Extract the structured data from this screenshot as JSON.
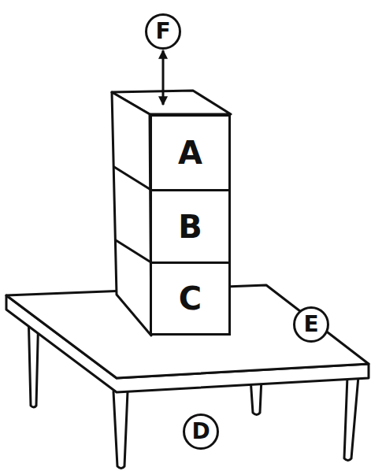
{
  "diagram": {
    "nodes": [
      {
        "text": [
          "F"
        ]
      },
      {
        "text": [
          "A"
        ]
      },
      {
        "text": [
          "B"
        ]
      },
      {
        "text": [
          "C"
        ]
      },
      {
        "text": [
          "E"
        ]
      },
      {
        "text": [
          "D"
        ]
      }
    ],
    "edges": [
      {
        "from": 0,
        "to": 1,
        "arrow": "both"
      }
    ]
  }
}
